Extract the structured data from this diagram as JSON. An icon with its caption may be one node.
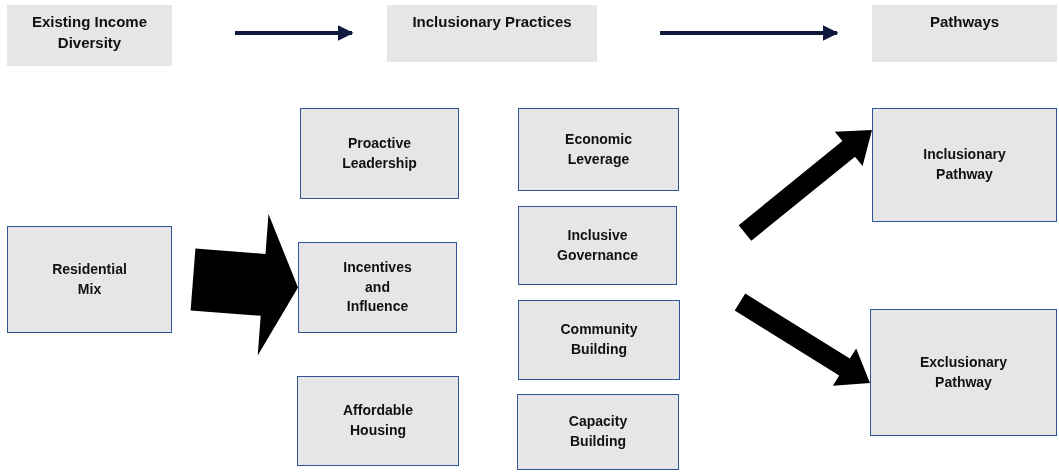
{
  "diagram": {
    "nodes": [
      {
        "text": [
          "Existing Income Diversity"
        ]
      },
      {
        "text": [
          "Inclusionary Practices"
        ]
      },
      {
        "text": [
          "Pathways"
        ]
      },
      {
        "text": [
          "Residential Mix"
        ]
      },
      {
        "text": [
          "Proactive Leadership"
        ]
      },
      {
        "text": [
          "Incentives and Influence"
        ]
      },
      {
        "text": [
          "Affordable Housing"
        ]
      },
      {
        "text": [
          "Economic Leverage"
        ]
      },
      {
        "text": [
          "Inclusive Governance"
        ]
      },
      {
        "text": [
          "Community Building"
        ]
      },
      {
        "text": [
          "Capacity Building"
        ]
      },
      {
        "text": [
          "Inclusionary Pathway"
        ]
      },
      {
        "text": [
          "Exclusionary Pathway"
        ]
      }
    ],
    "edges": [
      {
        "from": 0,
        "to": 1,
        "arrow": "to"
      },
      {
        "from": 1,
        "to": 2,
        "arrow": "to"
      },
      {
        "from": 3,
        "to": 5,
        "arrow": "to",
        "style": "thick"
      },
      {
        "from": null,
        "to": 11,
        "arrow": "to",
        "style": "thick"
      },
      {
        "from": null,
        "to": 12,
        "arrow": "to",
        "style": "thick"
      }
    ]
  }
}
